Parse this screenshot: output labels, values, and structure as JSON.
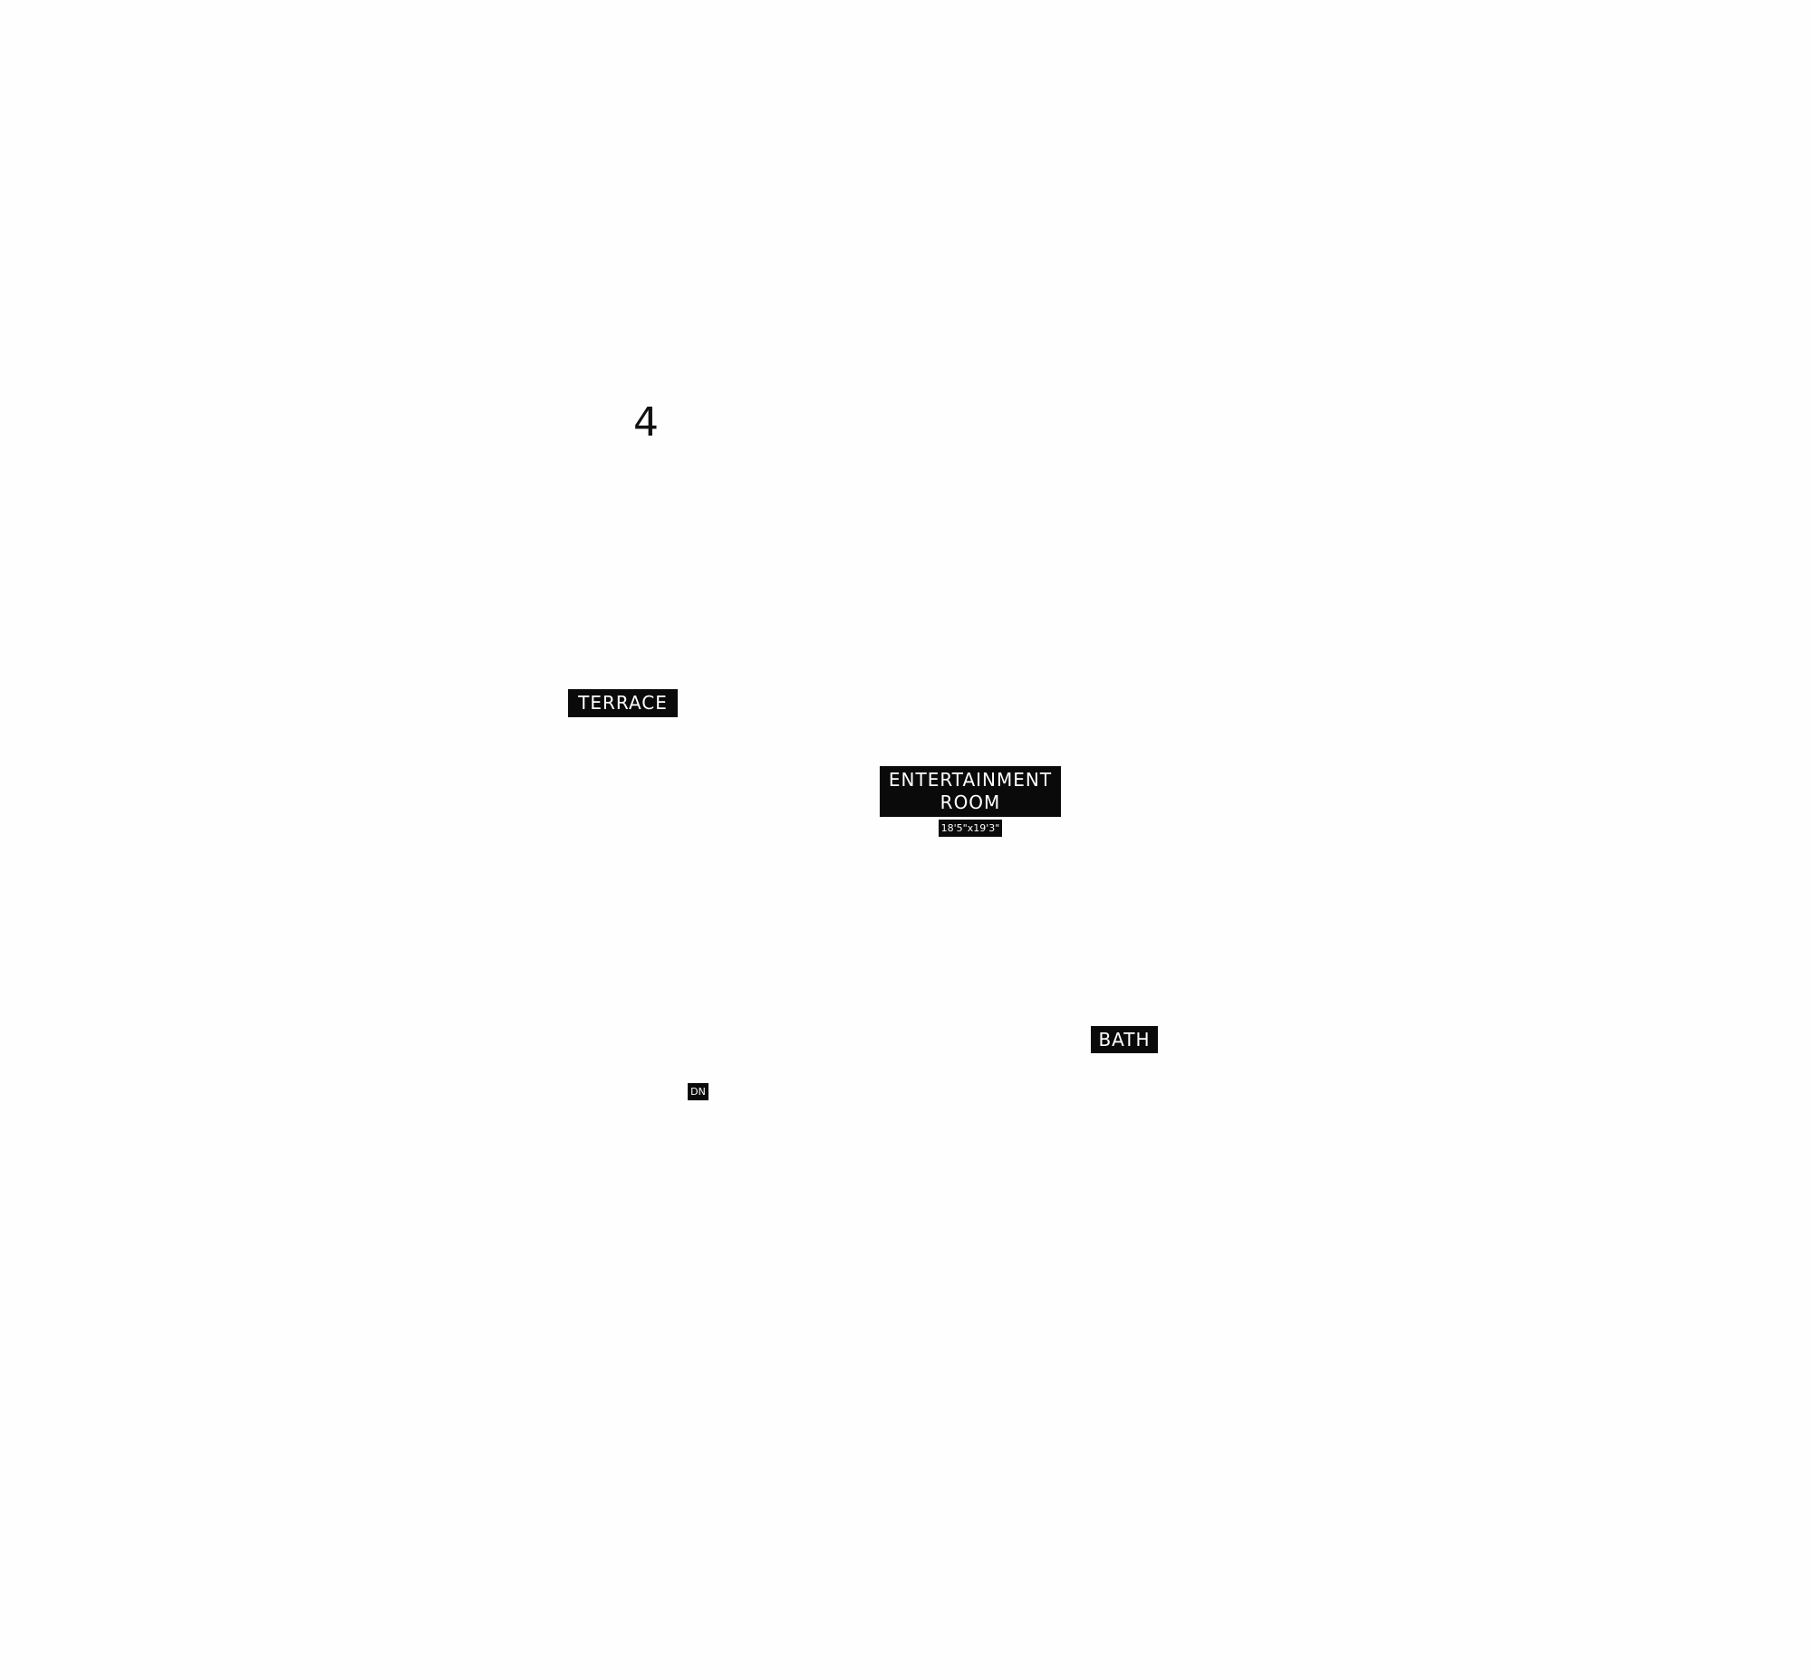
{
  "plan": {
    "floor_number": "4",
    "labels": {
      "terrace": "TERRACE",
      "entertainment_line1": "ENTERTAINMENT",
      "entertainment_line2": "ROOM",
      "entertainment_dimensions": "18'5\"x19'3\"",
      "bath": "BATH",
      "stairs_down": "DN"
    }
  },
  "colors": {
    "background": "#fefefe",
    "label_background": "#0a0a0a",
    "label_text": "#ffffff"
  }
}
